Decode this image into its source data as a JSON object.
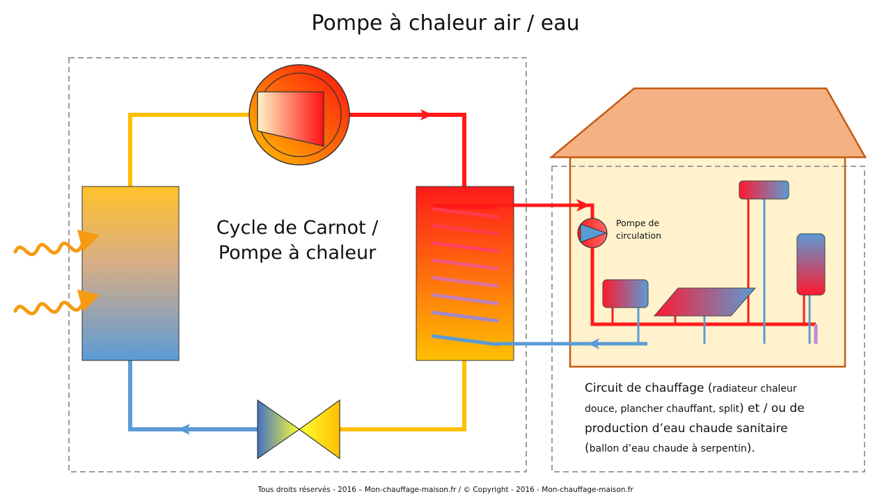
{
  "title": "Pompe à chaleur air / eau",
  "cycle_label": {
    "line1": "Cycle de Carnot /",
    "line2": "Pompe à chaleur"
  },
  "pump_label": {
    "line1": "Pompe de",
    "line2": "circulation"
  },
  "circuit_text": {
    "l1_main": "Circuit de chauffage (",
    "l1_small": "radiateur chaleur",
    "l2_small": "douce, plancher chauffant, split",
    "l2_main": ") et / ou de",
    "l3_main": "production d’eau chaude sanitaire",
    "l4_open": "(",
    "l4_small": "ballon d’eau chaude à serpentin",
    "l4_close": ")."
  },
  "footer": "Tous droits réservés - 2016 – Mon-chauffage-maison.fr  / © Copyright - 2016 - Mon-chauffage-maison.fr",
  "colors": {
    "hot_red": "#ff1a1a",
    "warm_yellow": "#ffc000",
    "cold_blue": "#5b9bd5",
    "heat_arrow_orange": "#f59b12",
    "house_roof": "#f4b183",
    "house_wall": "#fff2cc",
    "house_outline": "#c55a11",
    "dashed_border": "#7f7f7f"
  }
}
